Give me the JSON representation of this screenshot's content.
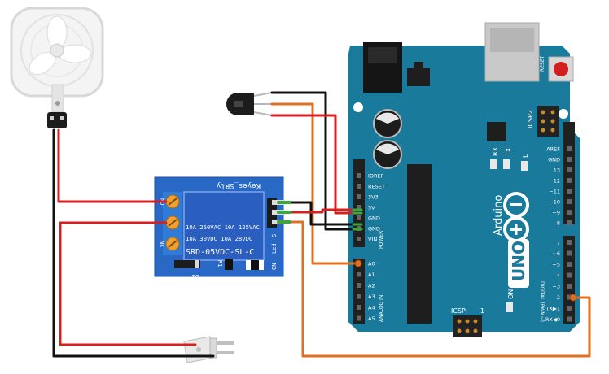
{
  "relay": {
    "brand": "Keyes_SRly",
    "rating_line1": "10A 250VAC  10A 125VAC",
    "rating_line2": "10A  30VDC  10A  28VDC",
    "model": "SRD-05VDC-SL-C",
    "label_no": "NO",
    "label_c": "C",
    "label_nc": "NC",
    "label_on": "ON",
    "label_led": "Led",
    "label_s": "S",
    "label_d1": "D1",
    "label_r1": "R1"
  },
  "arduino": {
    "brand": "Arduino",
    "model": "UNO",
    "reset": "RESET",
    "icsp": "ICSP",
    "icsp2": "ICSP2",
    "rx": "RX",
    "tx": "TX",
    "l": "L",
    "on": "ON",
    "one": "1",
    "power_label": "POWER",
    "analog_label": "ANALOG IN",
    "digital_label": "DIGITAL (PWM~)",
    "power_pins": [
      "IOREF",
      "RESET",
      "3V3",
      "5V",
      "GND",
      "GND",
      "VIN"
    ],
    "analog_pins": [
      "A0",
      "A1",
      "A2",
      "A3",
      "A4",
      "A5"
    ],
    "digital_top": [
      "AREF",
      "GND",
      "13",
      "12",
      "~11",
      "~10",
      "~9",
      "8"
    ],
    "digital_bottom": [
      "7",
      "~6",
      "~5",
      "4",
      "~3",
      "2",
      "TX▶1",
      "RX◀0"
    ]
  },
  "colors": {
    "board": "#1a7a9c",
    "relay": "#2a68c6",
    "wire_red": "#d42020",
    "wire_black": "#111111",
    "wire_orange": "#e07020",
    "wire_green": "#3aa83a"
  }
}
